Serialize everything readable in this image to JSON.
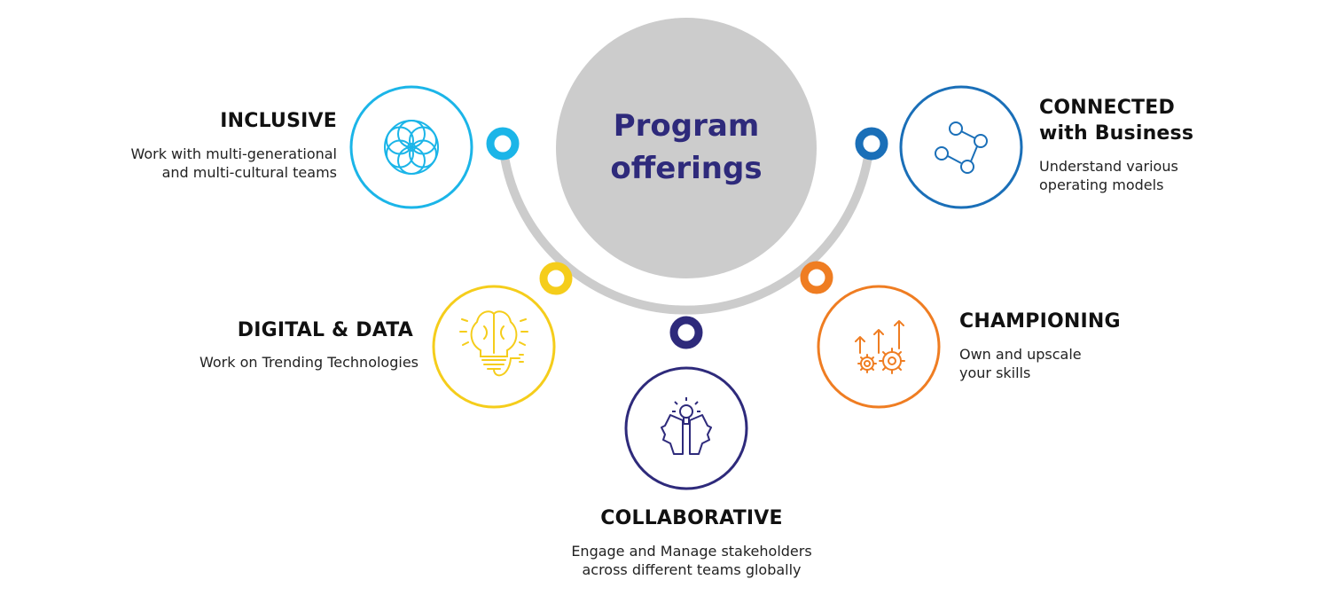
{
  "title": {
    "line1": "Program",
    "line2": "offerings"
  },
  "colors": {
    "arc": "#cccccc",
    "center": "#cccccc",
    "inclusive": "#1bb5e8",
    "digital": "#f5cd1b",
    "collaborative": "#2e2a7b",
    "championing": "#ef7d22",
    "connected": "#1a6fb8"
  },
  "items": {
    "inclusive": {
      "heading": "INCLUSIVE",
      "line1": "Work with multi-generational",
      "line2": "and multi-cultural teams",
      "icon": "flower-of-life-icon"
    },
    "digital": {
      "heading": "DIGITAL & DATA",
      "line1": "Work on Trending Technologies",
      "icon": "brain-bulb-icon"
    },
    "collaborative": {
      "heading": "COLLABORATIVE",
      "line1": "Engage and Manage stakeholders",
      "line2": "across different teams globally",
      "icon": "heads-idea-icon"
    },
    "championing": {
      "heading": "CHAMPIONING",
      "line1": "Own and upscale",
      "line2": "your skills",
      "icon": "gears-arrows-icon"
    },
    "connected": {
      "heading_line1": "CONNECTED",
      "heading_line2": "with Business",
      "line1": "Understand various",
      "line2": "operating models",
      "icon": "network-nodes-icon"
    }
  }
}
